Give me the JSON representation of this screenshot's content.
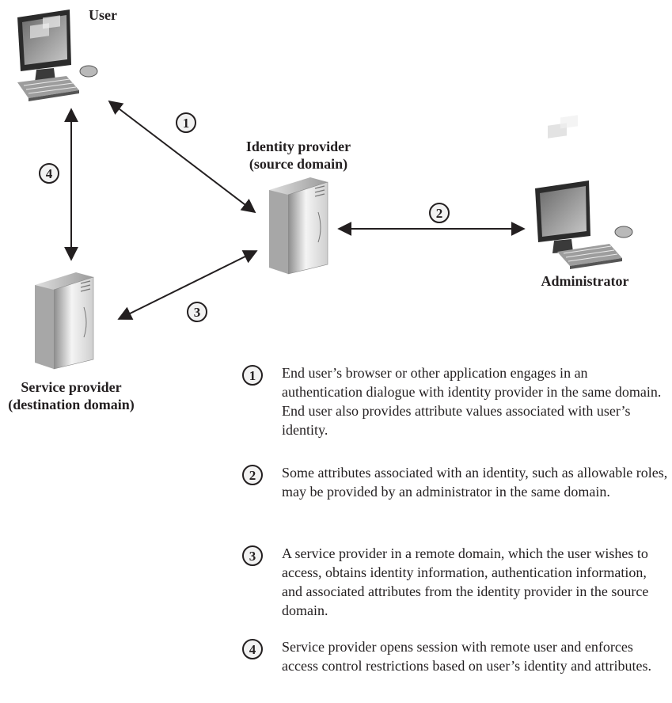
{
  "nodes": {
    "user": "User",
    "identity_provider_line1": "Identity provider",
    "identity_provider_line2": "(source domain)",
    "administrator": "Administrator",
    "service_provider_line1": "Service provider",
    "service_provider_line2": "(destination domain)"
  },
  "arrow_numbers": [
    "1",
    "2",
    "3",
    "4"
  ],
  "legend": [
    {
      "num": "1",
      "text": "End user’s browser or other application engages in an authentication dialogue with identity provider in the same domain. End user also provides attribute values associated with user’s identity."
    },
    {
      "num": "2",
      "text": "Some attributes associated with an identity, such as allowable roles, may be provided by an administrator in the same domain."
    },
    {
      "num": "3",
      "text": "A service provider in a remote domain, which the user wishes to access, obtains identity information, authentication information, and associated attributes from the identity provider in the source domain."
    },
    {
      "num": "4",
      "text": "Service provider opens session with remote user and enforces access control restrictions based on user’s identity and attributes."
    }
  ]
}
